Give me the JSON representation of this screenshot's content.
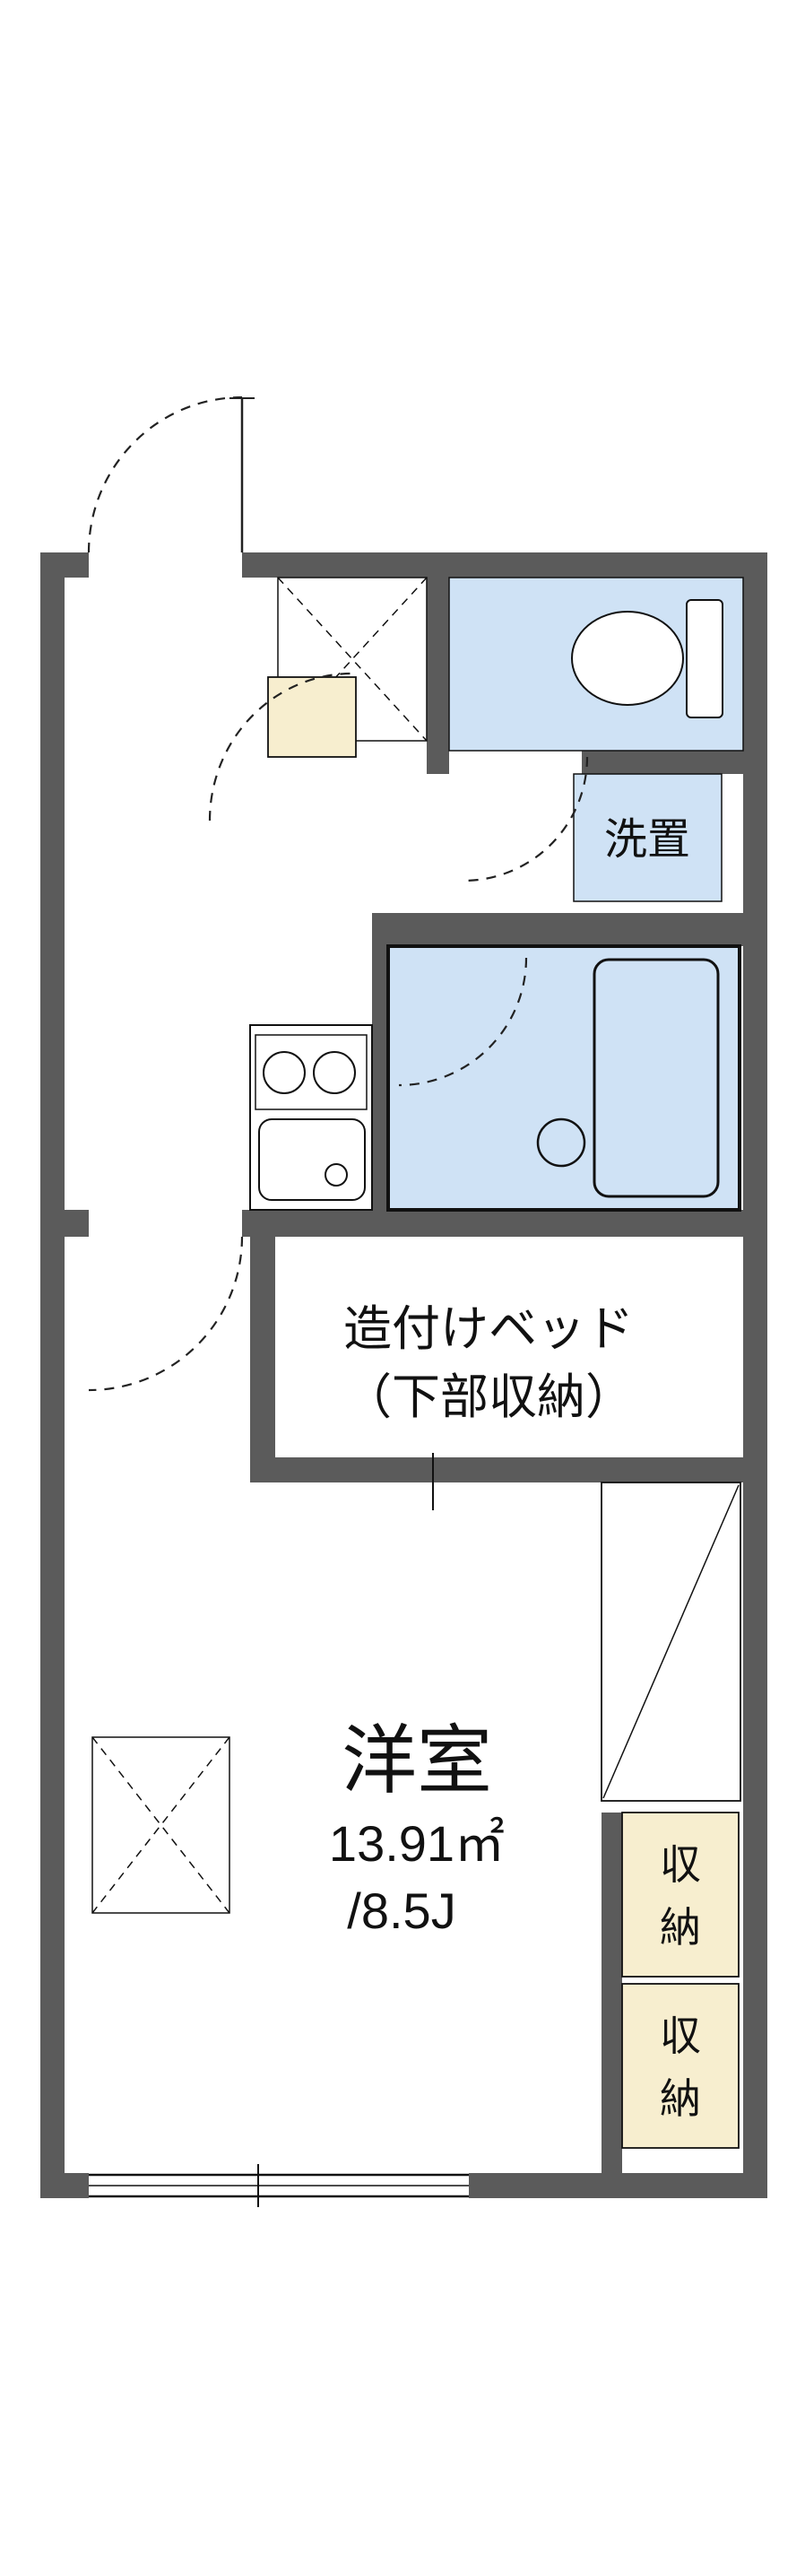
{
  "title": "apartment-floor-plan",
  "colors": {
    "wall": "#5b5b5b",
    "water": "#cfe2f5",
    "storage": "#f7eecf",
    "line": "#111111",
    "background": "#ffffff"
  },
  "labels": {
    "main_room_name": "洋室",
    "main_room_area_sqm": "13.91㎡",
    "main_room_area_tatami": "/8.5J",
    "bed_line1": "造付けベッド",
    "bed_line2": "（下部収納）",
    "washer": "洗置",
    "storage_upper_char1": "収",
    "storage_upper_char2": "納",
    "storage_lower_char1": "収",
    "storage_lower_char2": "納"
  }
}
